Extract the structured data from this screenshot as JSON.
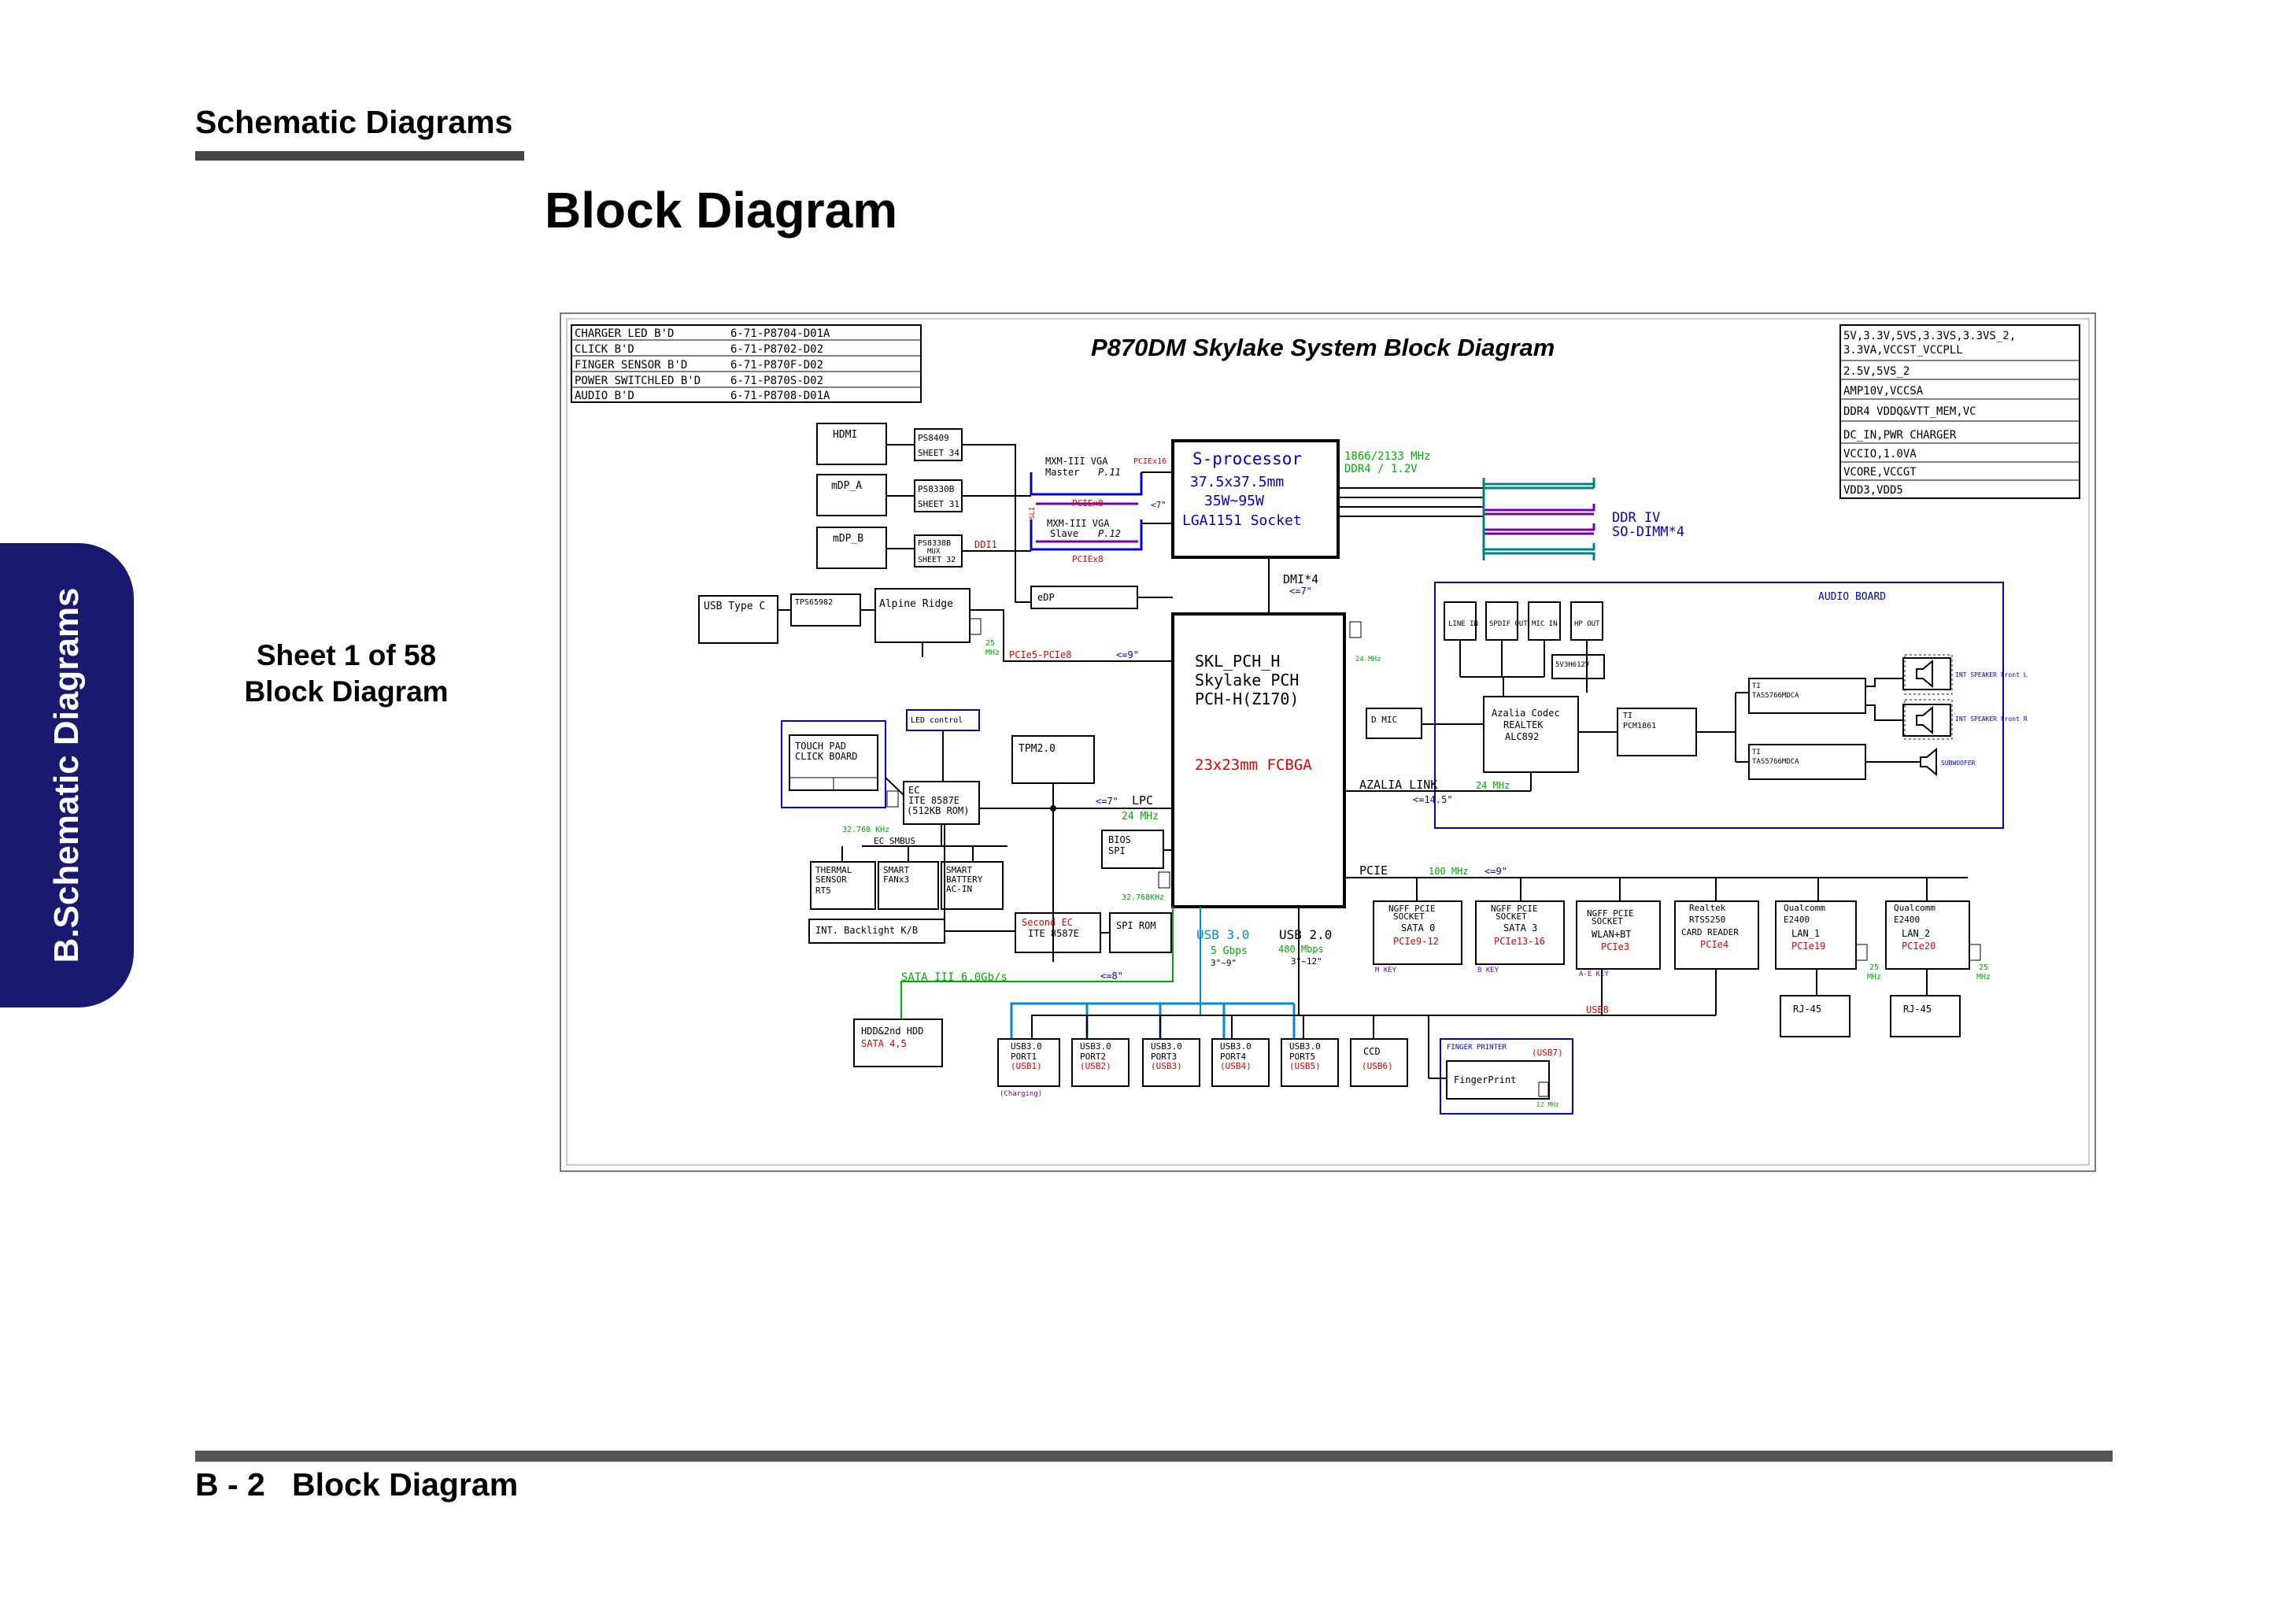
{
  "header": {
    "section": "Schematic  Diagrams",
    "title": "Block Diagram"
  },
  "side_tab": {
    "label": "B.Schematic Diagrams"
  },
  "sheet_info": {
    "line1": "Sheet 1 of 58",
    "line2": "Block Diagram"
  },
  "footer": {
    "page": "B - 2",
    "label": "Block Diagram"
  },
  "diagram": {
    "title": "P870DM Skylake System Block Diagram",
    "boards": [
      {
        "name": "CHARGER LED B'D",
        "pn": "6-71-P8704-D01A"
      },
      {
        "name": "CLICK B'D",
        "pn": "6-71-P8702-D02"
      },
      {
        "name": "FINGER SENSOR B'D",
        "pn": "6-71-P870F-D02"
      },
      {
        "name": "POWER SWITCHLED B'D",
        "pn": "6-71-P870S-D02"
      },
      {
        "name": "AUDIO B'D",
        "pn": "6-71-P8708-D01A"
      }
    ],
    "power_rails": [
      "5V,3.3V,5VS,3.3VS,3.3VS_2,",
      "3.3VA,VCCST_VCCPLL",
      "2.5V,5VS_2",
      "AMP10V,VCCSA",
      "DDR4 VDDQ&VTT_MEM,VC",
      "DC_IN,PWR CHARGER",
      "VCCIO,1.0VA",
      "VCORE,VCCGT",
      "VDD3,VDD5"
    ],
    "cpu": {
      "l1": "S-processor",
      "l2": "37.5x37.5mm",
      "l3": "35W~95W",
      "l4": "LGA1151 Socket"
    },
    "ddr": {
      "freq": "1866/2133 MHz",
      "volt": "DDR4 / 1.2V",
      "l1": "DDR IV",
      "l2": "SO-DIMM*4"
    },
    "pch": {
      "l1": "SKL_PCH_H",
      "l2": "Skylake PCH",
      "l3": "PCH-H(Z170)",
      "l4": "23x23mm FCBGA"
    },
    "dmi": {
      "label": "DMI*4",
      "note": "<=7\""
    },
    "displays": {
      "hdmi": "HDMI",
      "mdp_a": "mDP_A",
      "mdp_b": "mDP_B",
      "ps8409": "PS8409",
      "sheet34": "SHEET 34",
      "ps8330b": "PS8330B",
      "sheet31": "SHEET 31",
      "ps8338b": "PS8338B",
      "mux": "MUX",
      "sheet32": "SHEET 32",
      "ddi1": "DDI1",
      "edp": "eDP"
    },
    "vga": {
      "master_l1": "MXM-III VGA",
      "master_l2": "Master",
      "master_page": "P.11",
      "slave_l1": "MXM-III VGA",
      "slave_l2": "Slave",
      "slave_page": "P.12",
      "pciex16": "PCIEx16",
      "pciex8a": "PCIEx8",
      "pciex8b": "PCIEx8",
      "sli": "SLI",
      "len": "<7\""
    },
    "usb_c": {
      "conn": "USB Type C",
      "tps": "TPS65982",
      "alpine": "Alpine Ridge",
      "link": "PCIe5-PCIe8",
      "len": "<=9\"",
      "clk1": "25",
      "clk2": "MHz"
    },
    "ec": {
      "touchpad_l1": "TOUCH PAD",
      "touchpad_l2": "CLICK BOARD",
      "led": "LED control",
      "tpm": "TPM2.0",
      "ec_l1": "EC",
      "ec_l2": "ITE 8587E",
      "ec_l3": "(512KB ROM)",
      "ec_clk": "32.768 KHz",
      "smbus": "EC SMBUS",
      "thermal_l1": "THERMAL",
      "thermal_l2": "SENSOR",
      "thermal_l3": "RT5",
      "fan_l1": "SMART",
      "fan_l2": "FANx3",
      "batt_l1": "SMART",
      "batt_l2": "BATTERY",
      "batt_l3": "AC-IN",
      "kb": "INT. Backlight K/B",
      "ec2_l1": "Second EC",
      "ec2_l2": "ITE 8587E",
      "spi_rom": "SPI ROM",
      "bios_l1": "BIOS",
      "bios_l2": "SPI",
      "lpc": "LPC",
      "lpc_len": "<=7\"",
      "lpc_clk": "24 MHz",
      "rtc_clk": "32.768KHz"
    },
    "audio": {
      "board": "AUDIO BOARD",
      "jacks": [
        "LINE IN",
        "SPDIF OUT",
        "MIC IN",
        "HP OUT"
      ],
      "reg": "5V3H612V",
      "dmic": "D MIC",
      "codec_l1": "Azalia Codec",
      "codec_l2": "REALTEK",
      "codec_l3": "ALC892",
      "pcm_l1": "TI",
      "pcm_l2": "PCM1861",
      "amp1_l1": "TI",
      "amp1_l2": "TAS5766MDCA",
      "amp2_l1": "TI",
      "amp2_l2": "TAS5766MDCA",
      "spk_l": "INT SPEAKER Front L",
      "spk_r": "INT SPEAKER Front R",
      "sub": "SUBWOOFER",
      "link": "AZALIA LINK",
      "link_clk": "24 MHz",
      "link_len": "<=14.5\"",
      "clk24": "24 MHz"
    },
    "pcie": {
      "label": "PCIE",
      "clk": "100 MHz",
      "len": "<=9\"",
      "ngff1_l1": "NGFF PCIE",
      "ngff1_l2": "SOCKET",
      "ngff1_l3": "SATA 0",
      "ngff1_l4": "PCIe9-12",
      "ngff1_key": "M KEY",
      "ngff2_l1": "NGFF PCIE",
      "ngff2_l2": "SOCKET",
      "ngff2_l3": "SATA 3",
      "ngff2_l4": "PCIe13-16",
      "ngff2_key": "B KEY",
      "wlan_l1": "NGFF PCIE",
      "wlan_l2": "SOCKET",
      "wlan_l3": "WLAN+BT",
      "wlan_l4": "PCIe3",
      "wlan_key": "A-E KEY",
      "card_l1": "Realtek",
      "card_l2": "RTS5250",
      "card_l3": "CARD READER",
      "card_l4": "PCIe4",
      "lan1_l1": "Qualcomm",
      "lan1_l2": "E2400",
      "lan1_l3": "LAN_1",
      "lan1_l4": "PCIe19",
      "lan2_l1": "Qualcomm",
      "lan2_l2": "E2400",
      "lan2_l3": "LAN_2",
      "lan2_l4": "PCIe20",
      "rj1": "RJ-45",
      "rj2": "RJ-45",
      "clk25a": "25",
      "clk25b": "25",
      "mhz": "MHz"
    },
    "usb": {
      "usb3": "USB 3.0",
      "usb3_speed": "5 Gbps",
      "usb3_len": "3\"~9\"",
      "usb2": "USB 2.0",
      "usb2_speed": "480 Mbps",
      "usb2_len": "3\"~12\"",
      "ports": [
        {
          "l1": "USB3.0",
          "l2": "PORT1",
          "l3": "(USB1)"
        },
        {
          "l1": "USB3.0",
          "l2": "PORT2",
          "l3": "(USB2)"
        },
        {
          "l1": "USB3.0",
          "l2": "PORT3",
          "l3": "(USB3)"
        },
        {
          "l1": "USB3.0",
          "l2": "PORT4",
          "l3": "(USB4)"
        },
        {
          "l1": "USB3.0",
          "l2": "PORT5",
          "l3": "(USB5)"
        }
      ],
      "charging": "(Charging)",
      "ccd": "CCD",
      "ccd_usb": "(USB6)",
      "fp_title": "FINGER PRINTER",
      "fp_usb": "(USB7)",
      "fp": "FingerPrint",
      "fp_clk": "12 MHz",
      "usb8": "USB8"
    },
    "sata": {
      "label": "SATA III 6.0Gb/s",
      "len": "<=8\"",
      "hdd": "HDD&2nd HDD",
      "hdd_ports": "SATA 4,5"
    },
    "colors": {
      "blue": "#0000cc",
      "red": "#dd0000",
      "green": "#00aa00",
      "teal": "#008080",
      "purple": "#7700aa",
      "navy": "#191970"
    }
  }
}
